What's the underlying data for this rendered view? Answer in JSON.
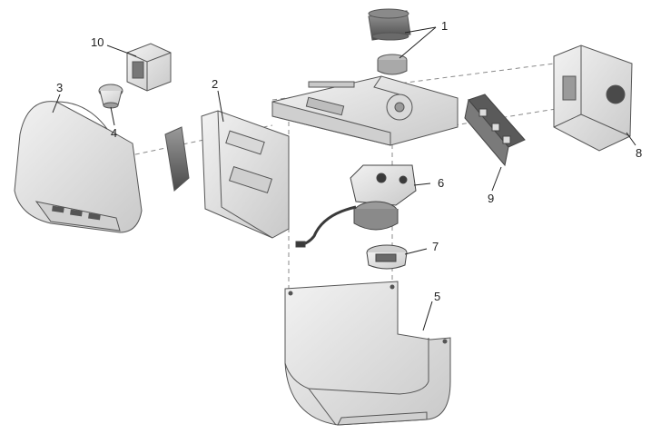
{
  "colors": {
    "part_fill": "#e6e6e6",
    "part_fill_dark": "#bdbdbd",
    "part_stroke": "#555555",
    "leader": "#222222",
    "dashed": "#8a8a8a",
    "detail_dark": "#3a3a3a"
  },
  "callouts": {
    "c1": "1",
    "c2": "2",
    "c3": "3",
    "c4": "4",
    "c5": "5",
    "c6": "6",
    "c7": "7",
    "c8": "8",
    "c9": "9",
    "c10": "10"
  }
}
